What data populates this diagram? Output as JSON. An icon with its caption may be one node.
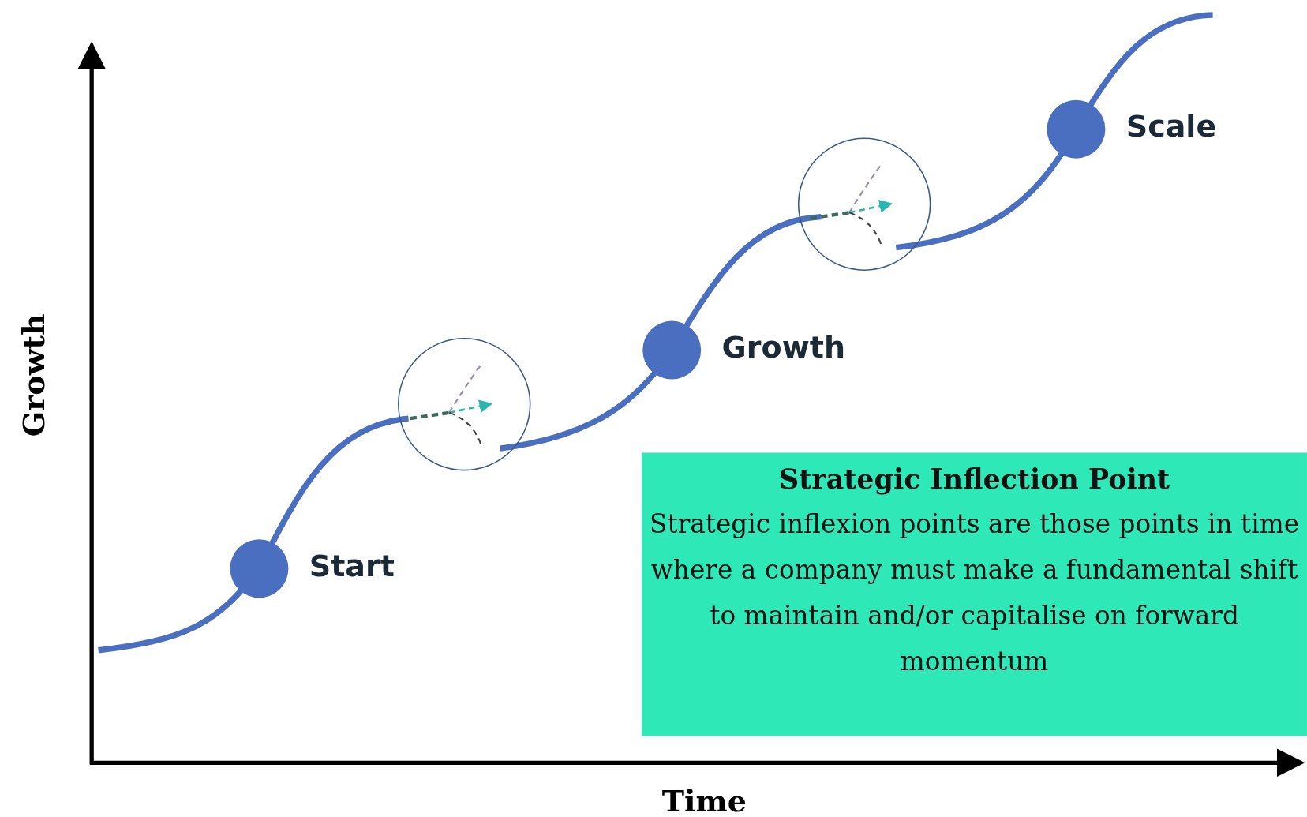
{
  "diagram": {
    "nodes": [
      {
        "text": [],
        "shape": "circle",
        "beside": [
          "Start"
        ]
      },
      {
        "text": [],
        "shape": "circle"
      },
      {
        "text": [],
        "shape": "circle",
        "beside": [
          "Growth"
        ]
      },
      {
        "text": [],
        "shape": "circle"
      },
      {
        "text": [],
        "shape": "circle",
        "beside": [
          "Scale"
        ]
      },
      {
        "text": [
          "Strategic Inflection Point",
          "Strategic inflexion points are those points in time where a company must make a fundamental shift to maintain and/or capitalise on forward momentum"
        ]
      }
    ],
    "labels": [
      "Growth",
      "Time"
    ]
  }
}
